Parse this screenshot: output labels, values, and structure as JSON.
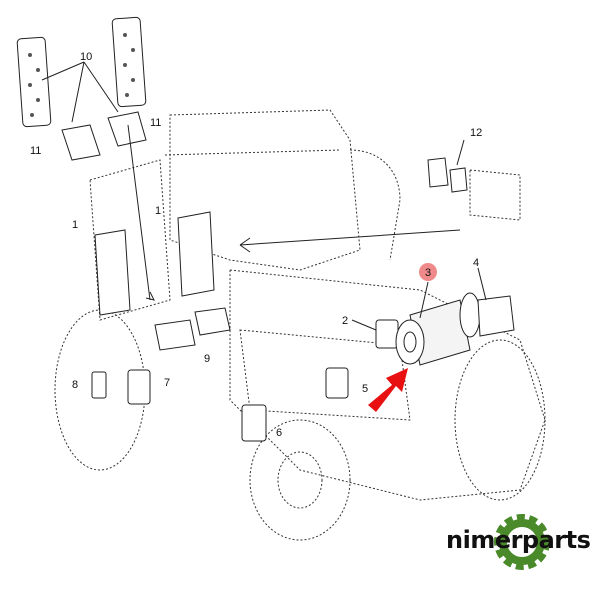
{
  "diagram": {
    "callouts": [
      {
        "id": "10",
        "label": "10"
      },
      {
        "id": "11a",
        "label": "11"
      },
      {
        "id": "11b",
        "label": "11"
      },
      {
        "id": "12",
        "label": "12"
      },
      {
        "id": "1a",
        "label": "1"
      },
      {
        "id": "1b",
        "label": "1"
      },
      {
        "id": "2",
        "label": "2"
      },
      {
        "id": "3",
        "label": "3",
        "highlighted": true
      },
      {
        "id": "4",
        "label": "4"
      },
      {
        "id": "9",
        "label": "9"
      },
      {
        "id": "8",
        "label": "8"
      },
      {
        "id": "7",
        "label": "7"
      },
      {
        "id": "5",
        "label": "5"
      },
      {
        "id": "6",
        "label": "6"
      }
    ],
    "highlight_color": "#f08a8a",
    "arrow_color": "#e81010"
  },
  "brand": {
    "name": "nimerparts",
    "gear_color": "#4a8a2a",
    "accent_color": "#f0a020"
  }
}
